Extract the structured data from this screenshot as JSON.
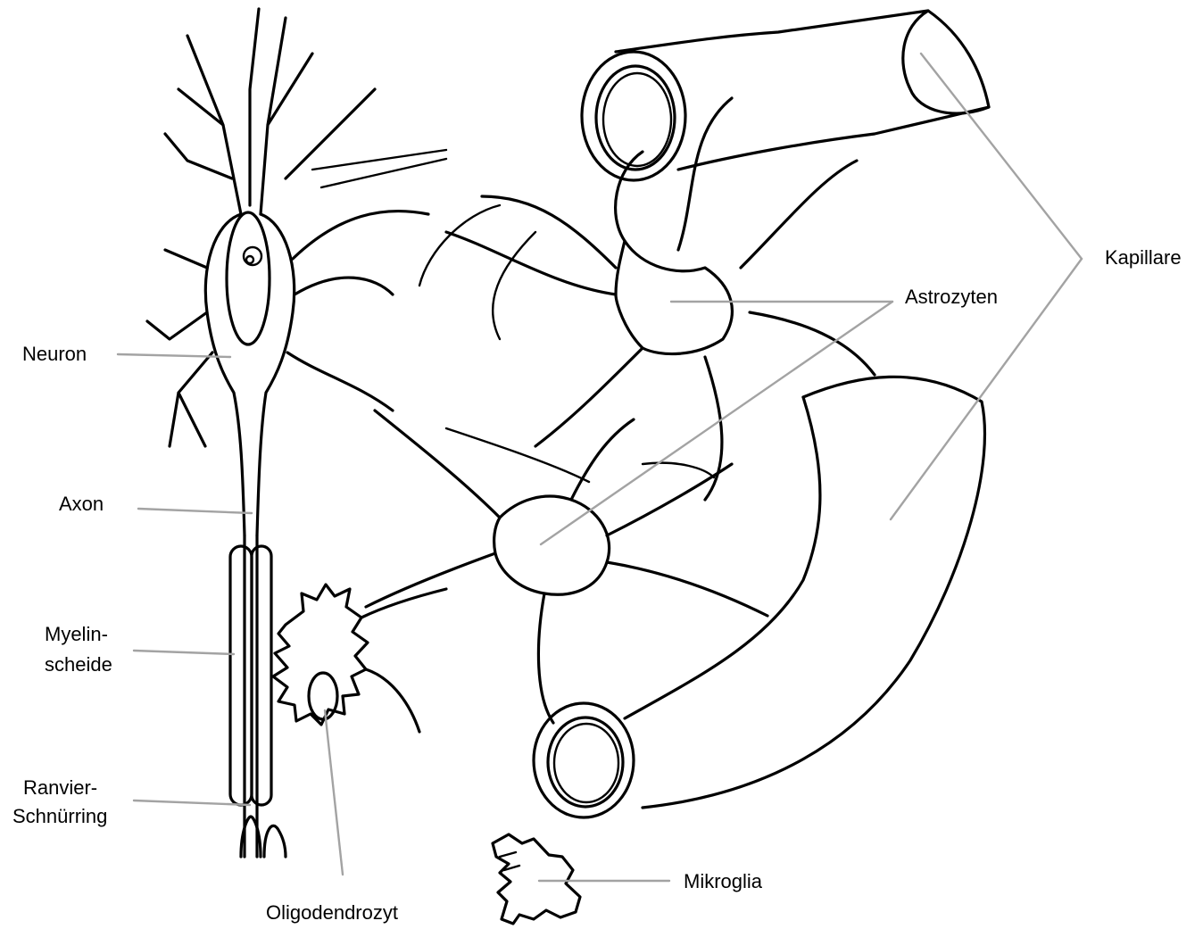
{
  "labels": {
    "neuron": "Neuron",
    "axon": "Axon",
    "myelin_line1": "Myelin-",
    "myelin_line2": "scheide",
    "ranvier_line1": "Ranvier-",
    "ranvier_line2": "Schnürring",
    "oligodendrozyt": "Oligodendrozyt",
    "mikroglia": "Mikroglia",
    "astrozyten": "Astrozyten",
    "kapillare": "Kapillare"
  },
  "colors": {
    "ink": "#000000",
    "leader": "#a3a3a3",
    "background": "#ffffff"
  }
}
